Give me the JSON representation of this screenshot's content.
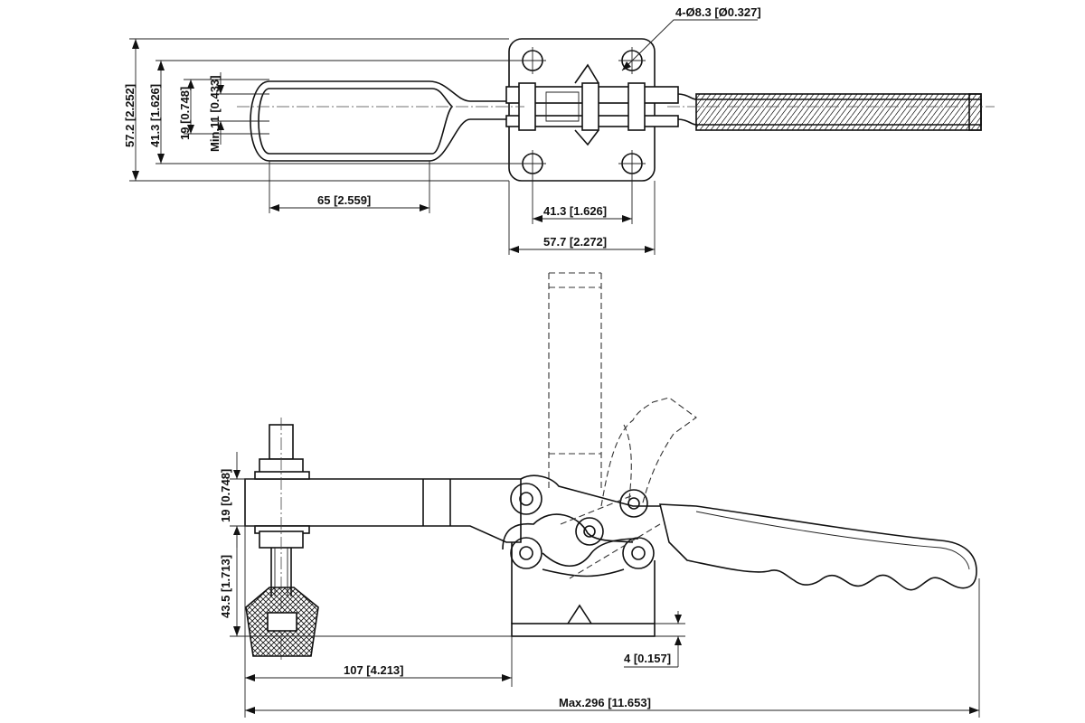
{
  "dimensions": {
    "hole_spec": "4-Ø8.3 [Ø0.327]",
    "top_total_height": "57.2 [2.252]",
    "top_bolt_height": "41.3 [1.626]",
    "top_slot_height": "19 [0.748]",
    "top_min_slot": "Min.11 [0.433]",
    "slot_length": "65 [2.559]",
    "bolt_spacing": "41.3 [1.626]",
    "base_width": "57.7 [2.272]",
    "bar_height": "19 [0.748]",
    "spindle_height": "43.5 [1.713]",
    "reach": "107 [4.213]",
    "base_thickness": "4 [0.157]",
    "overall_length": "Max.296 [11.653]"
  }
}
